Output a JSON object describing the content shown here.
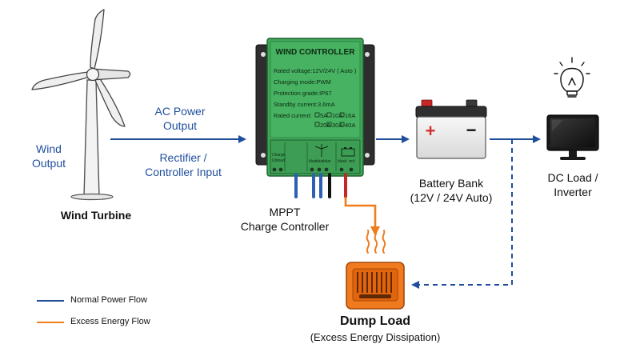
{
  "turbine": {
    "label": "Wind Turbine",
    "output_label_1": "Wind",
    "output_label_2": "Output"
  },
  "flow_labels": {
    "ac_1": "AC Power",
    "ac_2": "Output",
    "rect_1": "Rectifier /",
    "rect_2": "Controller Input"
  },
  "controller": {
    "title": "WIND CONTROLLER",
    "specs": [
      "Rated voltage:12V/24V ( Auto )",
      "Charging mode:PWM",
      "Protection grade:IP67",
      "Standby current:3.6mA"
    ],
    "rated_current_label": "Rated current:",
    "currents": [
      "5A",
      "10A",
      "16A",
      "20A",
      "30A",
      "40A"
    ],
    "terminal_labels": [
      "Unload",
      "Charge"
    ],
    "wire_labels": [
      "blue",
      "blue",
      "blue",
      "black",
      "red"
    ],
    "caption_1": "MPPT",
    "caption_2": "Charge Controller"
  },
  "battery": {
    "plus": "+",
    "minus": "−",
    "label_1": "Battery Bank",
    "label_2": "(12V / 24V Auto)"
  },
  "load": {
    "label_1": "DC Load /",
    "label_2": "Inverter"
  },
  "dump": {
    "label_1": "Dump Load",
    "label_2": "(Excess Energy Dissipation)"
  },
  "legend": {
    "normal": "Normal Power Flow",
    "excess": "Excess Energy Flow"
  },
  "colors": {
    "normal_flow": "#1f4e9c",
    "excess_flow": "#ef7d1a",
    "controller_green": "#3fa85a",
    "dump_orange": "#f07a1e"
  }
}
